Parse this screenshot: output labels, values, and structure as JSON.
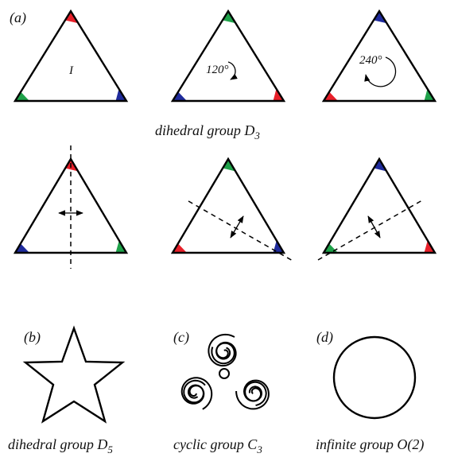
{
  "panels": {
    "a": {
      "label": "(a)",
      "caption_prefix": "dihedral group D",
      "caption_sub": "3",
      "identity_label": "I",
      "rotation_labels": [
        "120°",
        "240°"
      ],
      "rows": [
        [
          {
            "top": "red",
            "right": "blue",
            "left": "green"
          },
          {
            "top": "green",
            "right": "red",
            "left": "blue"
          },
          {
            "top": "blue",
            "right": "green",
            "left": "red"
          }
        ],
        [
          {
            "top": "red",
            "right": "green",
            "left": "blue"
          },
          {
            "top": "green",
            "right": "blue",
            "left": "red"
          },
          {
            "top": "blue",
            "right": "red",
            "left": "green"
          }
        ]
      ]
    },
    "b": {
      "label": "(b)",
      "caption_prefix": "dihedral group D",
      "caption_sub": "5"
    },
    "c": {
      "label": "(c)",
      "caption_prefix": "cyclic group C",
      "caption_sub": "3"
    },
    "d": {
      "label": "(d)",
      "caption": "infinite group O(2)"
    }
  },
  "colors": {
    "red": "#e8202a",
    "green": "#1fa24a",
    "blue": "#1f2b9c",
    "stroke": "#000000"
  }
}
